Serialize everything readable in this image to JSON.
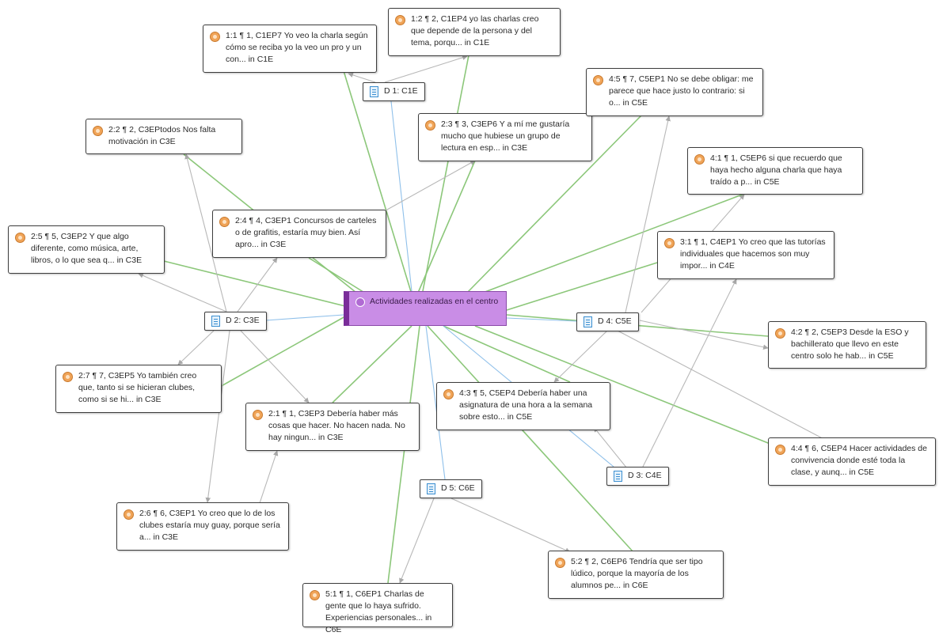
{
  "central_node": {
    "label": "Actividades realizadas en el centro"
  },
  "documents": {
    "d1": "D 1: C1E",
    "d2": "D 2: C3E",
    "d3": "D 3: C4E",
    "d4": "D 4: C5E",
    "d5": "D 5: C6E"
  },
  "quotes": {
    "q1_1": "1:1 ¶ 1, C1EP7  Yo veo la charla según cómo se reciba yo la veo un pro y un con... in C1E",
    "q1_2": "1:2 ¶ 2, C1EP4  yo las charlas creo que depende de la persona y del tema, porqu... in C1E",
    "q2_2": "2:2 ¶ 2, C3EPtodos  Nos falta motivación in C3E",
    "q2_3": "2:3 ¶ 3, C3EP6  Y a mí me gustaría mucho que hubiese un grupo de lectura en esp... in C3E",
    "q4_5": "4:5 ¶ 7, C5EP1 No se debe obligar: me parece que hace justo lo contrario: si o... in C5E",
    "q4_1": "4:1 ¶ 1, C5EP6 si que recuerdo que haya hecho alguna charla que haya traído a p... in C5E",
    "q2_5": "2:5 ¶ 5, C3EP2  Y que algo diferente, como música, arte, libros, o lo que sea q... in C3E",
    "q2_4": "2:4 ¶ 4, C3EP1  Concursos de carteles o de grafitis, estaría muy bien. Así apro... in C3E",
    "q3_1": "3:1 ¶ 1, C4EP1  Yo creo que las tutorías individuales que hacemos son muy impor... in C4E",
    "q4_2": "4:2 ¶ 2, C5EP3  Desde la ESO y bachillerato que llevo en este centro solo he hab... in C5E",
    "q2_7": "2:7 ¶ 7, C3EP5  Yo también creo que, tanto si se hicieran clubes, como si se hi... in C3E",
    "q4_3": "4:3 ¶ 5, C5EP4  Debería haber una asignatura de una hora a la semana sobre esto... in C5E",
    "q2_1": "2:1 ¶ 1, C3EP3  Debería haber más cosas que hacer. No hacen nada. No hay ningun... in C3E",
    "q4_4": "4:4 ¶ 6, C5EP4  Hacer actividades de convivencia donde esté toda la clase, y aunq... in C5E",
    "q2_6": "2:6 ¶ 6, C3EP1  Yo creo que lo de los clubes estaría muy guay, porque sería a... in C3E",
    "q5_2": "5:2 ¶ 2, C6EP6 Tendría que ser tipo lúdico, porque la mayoría de los alumnos pe... in C6E",
    "q5_1": "5:1 ¶ 1, C6EP1  Charlas de gente que lo haya sufrido. Experiencias personales... in C6E"
  },
  "colors": {
    "center_fill": "#c98de6",
    "center_border": "#7a2d99",
    "quote_icon": "#f0a458",
    "document_icon": "#3b8fd1",
    "link_code_quote": "#8cc77a",
    "link_code_document": "#8fc0ea",
    "link_quote_document": "#b8b8b8"
  },
  "icons": {
    "quote": "quotation-icon",
    "document": "document-icon",
    "code": "code-icon"
  }
}
